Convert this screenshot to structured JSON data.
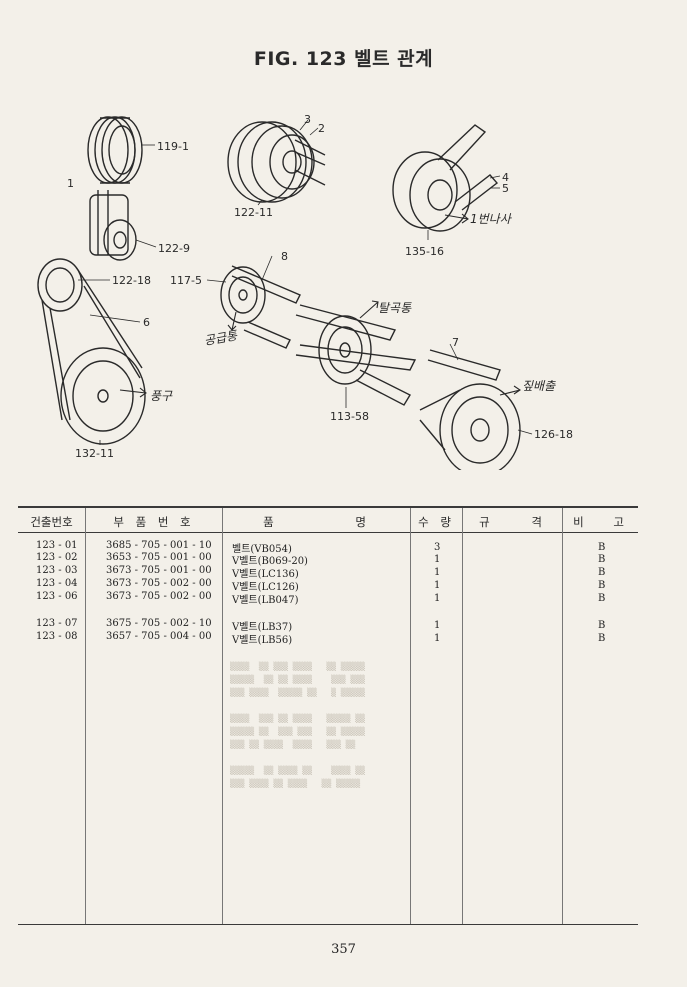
{
  "page": {
    "title": "FIG. 123 벨트 관계",
    "page_number": "357"
  },
  "diagram": {
    "callouts": {
      "c119_1": "119-1",
      "c1": "1",
      "c122_9": "122-9",
      "c3": "3",
      "c2": "2",
      "c122_11": "122-11",
      "c4": "4",
      "c5": "5",
      "c135_16": "135-16",
      "c122_18": "122-18",
      "c6": "6",
      "c132_11": "132-11",
      "c8": "8",
      "c117_5": "117-5",
      "c113_58": "113-58",
      "c7": "7",
      "c126_18": "126-18"
    },
    "handwritten": {
      "first_screw": "1번나사",
      "grain_cylinder": "탈곡통",
      "feed_cylinder": "공급통",
      "fan": "풍구",
      "straw_cutter": "짚배출"
    }
  },
  "table": {
    "headers": {
      "ref_no": "건출번호",
      "part_no": "부 품 번 호",
      "name": "품 명",
      "qty": "수 량",
      "spec": "규 격",
      "remark": "비 고"
    },
    "rows": [
      {
        "ref": "123 - 01",
        "part": "3685 - 705 - 001 - 10",
        "name": "벨트(VB054)",
        "qty": "3",
        "remark": "B"
      },
      {
        "ref": "123 - 02",
        "part": "3653 - 705 - 001 - 00",
        "name": "V벨트(B069-20)",
        "qty": "1",
        "remark": "B"
      },
      {
        "ref": "123 - 03",
        "part": "3673 - 705 - 001 - 00",
        "name": "V벨트(LC136)",
        "qty": "1",
        "remark": "B"
      },
      {
        "ref": "123 - 04",
        "part": "3673 - 705 - 002 - 00",
        "name": "V벨트(LC126)",
        "qty": "1",
        "remark": "B"
      },
      {
        "ref": "123 - 06",
        "part": "3673 - 705 - 002 - 00",
        "name": "V벨트(LB047)",
        "qty": "1",
        "remark": "B"
      },
      {
        "ref": "123 - 07",
        "part": "3675 - 705 - 002 - 10",
        "name": "V벨트(LB37)",
        "qty": "1",
        "remark": "B"
      },
      {
        "ref": "123 - 08",
        "part": "3657 - 705 - 004 - 00",
        "name": "V벨트(LB56)",
        "qty": "1",
        "remark": "B"
      }
    ]
  }
}
